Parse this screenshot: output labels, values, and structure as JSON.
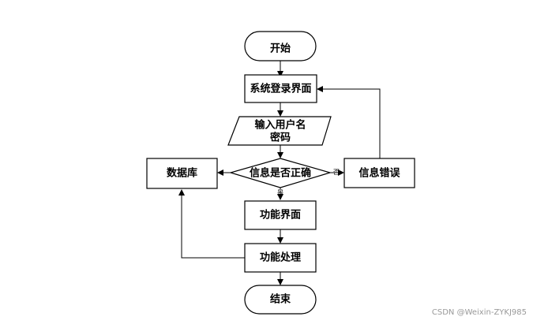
{
  "nodes": {
    "start": "开始",
    "login": "系统登录界面",
    "input_line1": "输入用户名",
    "input_line2": "密码",
    "decision": "信息是否正确",
    "database": "数据库",
    "error": "信息错误",
    "function_ui": "功能界面",
    "function_proc": "功能处理",
    "end": "结束"
  },
  "edge_labels": {
    "yes": "是",
    "no": "否"
  },
  "watermark": "CSDN @Weixin-ZYKJ985"
}
